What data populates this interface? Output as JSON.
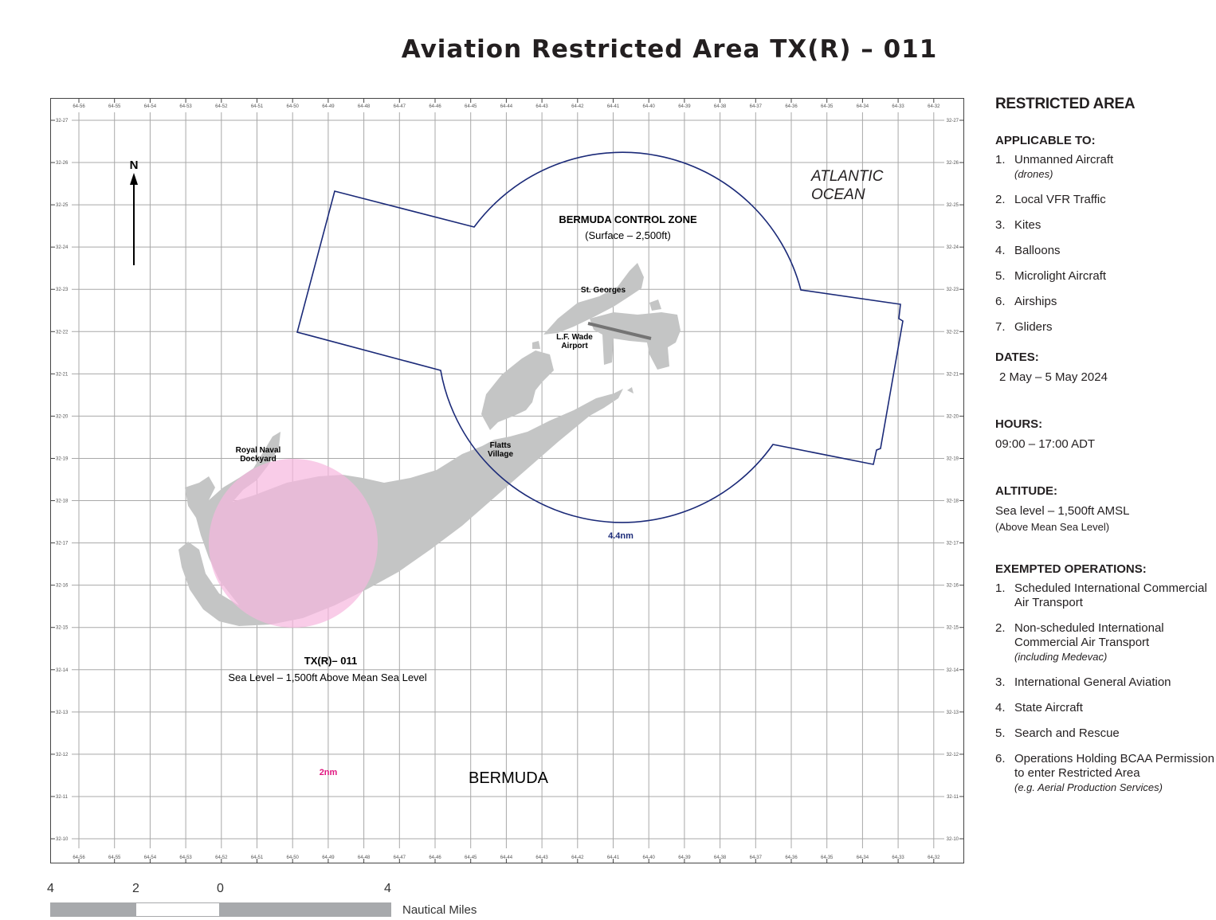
{
  "title": "Aviation Restricted Area TX(R) – 011",
  "map": {
    "lon_ticks": [
      "64-56",
      "64-55",
      "64-54",
      "64-53",
      "64-52",
      "64-51",
      "64-50",
      "64-49",
      "64-48",
      "64-47",
      "64-46",
      "64-45",
      "64-44",
      "64-43",
      "64-42",
      "64-41",
      "64-40",
      "64-39",
      "64-38",
      "64-37",
      "64-36",
      "64-35",
      "64-34",
      "64-33",
      "64-32"
    ],
    "lat_ticks": [
      "32-27",
      "32-26",
      "32-25",
      "32-24",
      "32-23",
      "32-22",
      "32-21",
      "32-20",
      "32-19",
      "32-18",
      "32-17",
      "32-16",
      "32-15",
      "32-14",
      "32-13",
      "32-12",
      "32-11",
      "32-10"
    ],
    "north": "N",
    "ocean": [
      "ATLANTIC",
      "OCEAN"
    ],
    "control_zone": {
      "name": "BERMUDA CONTROL ZONE",
      "limits": "(Surface – 2,500ft)",
      "radius": "4.4nm",
      "color": "#1b2a78"
    },
    "places": {
      "st_georges": "St. Georges",
      "airport": [
        "L.F. Wade",
        "Airport"
      ],
      "flatts": [
        "Flatts",
        "Village"
      ],
      "dockyard": [
        "Royal Naval",
        "Dockyard"
      ]
    },
    "restricted": {
      "name": "TX(R)– 011",
      "limits": "Sea Level – 1,500ft Above Mean Sea Level",
      "radius": "2nm",
      "color": "#f7b6de",
      "label_color": "#e0147f"
    },
    "country": "BERMUDA",
    "land_color": "#c4c5c5"
  },
  "scale": {
    "labels": [
      "4",
      "2",
      "0",
      "4"
    ],
    "unit": "Nautical Miles"
  },
  "panel": {
    "heading": "RESTRICTED AREA",
    "applicable": {
      "heading": "APPLICABLE TO:",
      "items": [
        {
          "num": "1.",
          "text": "Unmanned Aircraft",
          "note": "(drones)"
        },
        {
          "num": "2.",
          "text": "Local VFR Traffic"
        },
        {
          "num": "3.",
          "text": "Kites"
        },
        {
          "num": "4.",
          "text": "Balloons"
        },
        {
          "num": "5.",
          "text": "Microlight Aircraft"
        },
        {
          "num": "6.",
          "text": "Airships"
        },
        {
          "num": "7.",
          "text": "Gliders"
        }
      ]
    },
    "dates": {
      "heading": "DATES:",
      "value": "2 May – 5 May 2024"
    },
    "hours": {
      "heading": "HOURS:",
      "value": "09:00 – 17:00 ADT"
    },
    "altitude": {
      "heading": "ALTITUDE:",
      "value": "Sea level – 1,500ft AMSL",
      "note": "(Above Mean Sea Level)"
    },
    "exempted": {
      "heading": "EXEMPTED OPERATIONS:",
      "items": [
        {
          "num": "1.",
          "text": "Scheduled International Commercial Air Transport"
        },
        {
          "num": "2.",
          "text": "Non-scheduled International Commercial Air Transport",
          "note": "(including Medevac)"
        },
        {
          "num": "3.",
          "text": "International General Aviation"
        },
        {
          "num": "4.",
          "text": "State Aircraft"
        },
        {
          "num": "5.",
          "text": "Search and Rescue"
        },
        {
          "num": "6.",
          "text": "Operations Holding BCAA Permission to enter Restricted Area",
          "note": "(e.g. Aerial Production Services)"
        }
      ]
    }
  }
}
